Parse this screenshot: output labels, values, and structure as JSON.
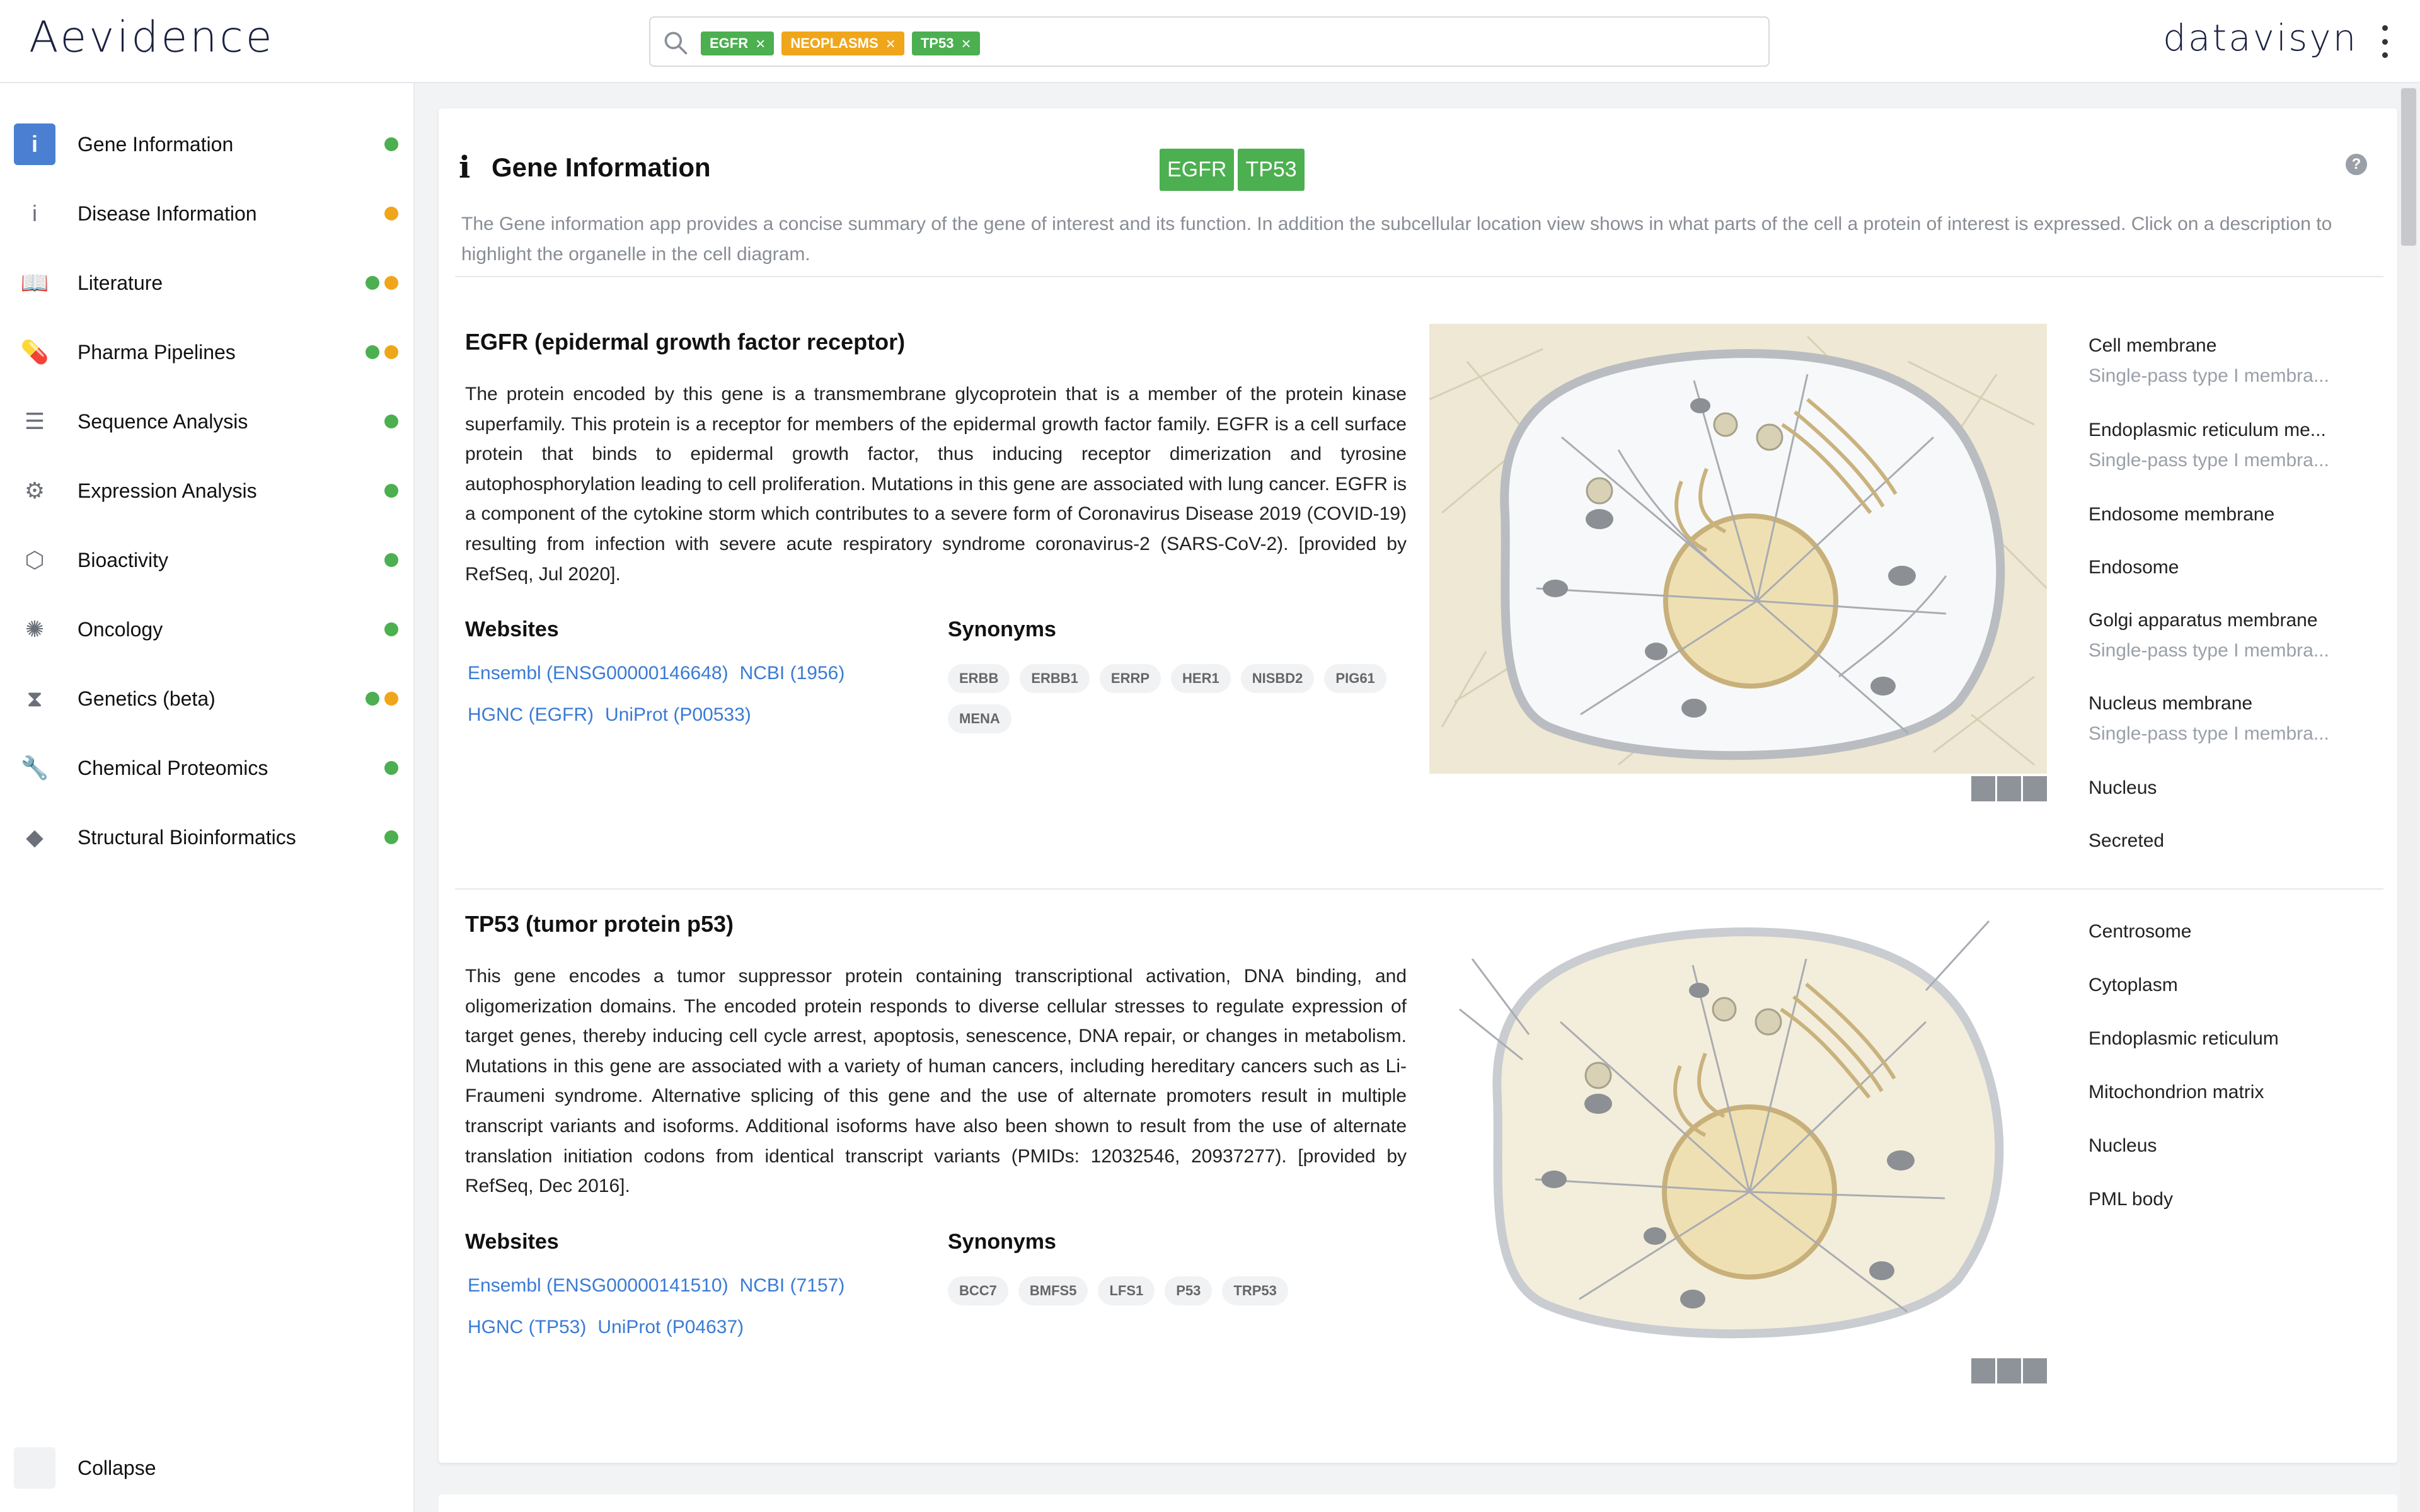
{
  "header": {
    "logo": "Aevidence",
    "brand": "datavisyn",
    "search_chips": [
      {
        "label": "EGFR",
        "color": "green"
      },
      {
        "label": "NEOPLASMS",
        "color": "orange"
      },
      {
        "label": "TP53",
        "color": "green"
      }
    ],
    "chip_remove": "×"
  },
  "sidebar": {
    "items": [
      {
        "label": "Gene Information",
        "icon": "info-icon",
        "glyph": "i",
        "active": true,
        "dots": [
          "green"
        ]
      },
      {
        "label": "Disease Information",
        "icon": "info-icon",
        "glyph": "i",
        "dots": [
          "orange"
        ]
      },
      {
        "label": "Literature",
        "icon": "book-icon",
        "glyph": "📖",
        "dots": [
          "green",
          "orange"
        ]
      },
      {
        "label": "Pharma Pipelines",
        "icon": "pills-icon",
        "glyph": "💊",
        "dots": [
          "green",
          "orange"
        ]
      },
      {
        "label": "Sequence Analysis",
        "icon": "align-center-icon",
        "glyph": "☰",
        "dots": [
          "green"
        ]
      },
      {
        "label": "Expression Analysis",
        "icon": "sliders-icon",
        "glyph": "⚙",
        "dots": [
          "green"
        ]
      },
      {
        "label": "Bioactivity",
        "icon": "hexagon-icon",
        "glyph": "⬡",
        "dots": [
          "green"
        ]
      },
      {
        "label": "Oncology",
        "icon": "virus-icon",
        "glyph": "✺",
        "dots": [
          "green"
        ]
      },
      {
        "label": "Genetics (beta)",
        "icon": "dna-icon",
        "glyph": "⧗",
        "dots": [
          "green",
          "orange"
        ]
      },
      {
        "label": "Chemical Proteomics",
        "icon": "wrench-icon",
        "glyph": "🔧",
        "dots": [
          "green"
        ]
      },
      {
        "label": "Structural Bioinformatics",
        "icon": "gem-icon",
        "glyph": "◆",
        "dots": [
          "green"
        ]
      }
    ],
    "collapse_label": "Collapse"
  },
  "panel": {
    "icon": "i",
    "title": "Gene Information",
    "badges": [
      "EGFR",
      "TP53"
    ],
    "help": "?",
    "description": "The Gene information app provides a concise summary of the gene of interest and its function. In addition the subcellular location view shows in what parts of the cell a protein of interest is expressed. Click on a description to highlight the organelle in the cell diagram."
  },
  "genes": [
    {
      "title": "EGFR (epidermal growth factor receptor)",
      "description": "The protein encoded by this gene is a transmembrane glycoprotein that is a member of the protein kinase superfamily. This protein is a receptor for members of the epidermal growth factor family. EGFR is a cell surface protein that binds to epidermal growth factor, thus inducing receptor dimerization and tyrosine autophosphorylation leading to cell proliferation. Mutations in this gene are associated with lung cancer. EGFR is a component of the cytokine storm which contributes to a severe form of Coronavirus Disease 2019 (COVID-19) resulting from infection with severe acute respiratory syndrome coronavirus-2 (SARS-CoV-2). [provided by RefSeq, Jul 2020].",
      "websites_heading": "Websites",
      "synonyms_heading": "Synonyms",
      "links_row1": [
        "Ensembl (ENSG00000146648)",
        "NCBI (1956)"
      ],
      "links_row2": [
        "HGNC (EGFR)",
        "UniProt (P00533)"
      ],
      "synonyms": [
        "ERBB",
        "ERBB1",
        "ERRP",
        "HER1",
        "NISBD2",
        "PIG61",
        "MENA"
      ],
      "locations": [
        {
          "name": "Cell membrane",
          "sub": "Single-pass type I membra..."
        },
        {
          "name": "Endoplasmic reticulum me...",
          "sub": "Single-pass type I membra..."
        },
        {
          "name": "Endosome membrane",
          "sub": ""
        },
        {
          "name": "Endosome",
          "sub": ""
        },
        {
          "name": "Golgi apparatus membrane",
          "sub": "Single-pass type I membra..."
        },
        {
          "name": "Nucleus membrane",
          "sub": "Single-pass type I membra..."
        },
        {
          "name": "Nucleus",
          "sub": ""
        },
        {
          "name": "Secreted",
          "sub": ""
        }
      ]
    },
    {
      "title": "TP53 (tumor protein p53)",
      "description": "This gene encodes a tumor suppressor protein containing transcriptional activation, DNA binding, and oligomerization domains. The encoded protein responds to diverse cellular stresses to regulate expression of target genes, thereby inducing cell cycle arrest, apoptosis, senescence, DNA repair, or changes in metabolism. Mutations in this gene are associated with a variety of human cancers, including hereditary cancers such as Li-Fraumeni syndrome. Alternative splicing of this gene and the use of alternate promoters result in multiple transcript variants and isoforms. Additional isoforms have also been shown to result from the use of alternate translation initiation codons from identical transcript variants (PMIDs: 12032546, 20937277). [provided by RefSeq, Dec 2016].",
      "websites_heading": "Websites",
      "synonyms_heading": "Synonyms",
      "links_row1": [
        "Ensembl (ENSG00000141510)",
        "NCBI (7157)"
      ],
      "links_row2": [
        "HGNC (TP53)",
        "UniProt (P04637)"
      ],
      "synonyms": [
        "BCC7",
        "BMFS5",
        "LFS1",
        "P53",
        "TRP53"
      ],
      "locations": [
        {
          "name": "Centrosome",
          "sub": ""
        },
        {
          "name": "Cytoplasm",
          "sub": ""
        },
        {
          "name": "Endoplasmic reticulum",
          "sub": ""
        },
        {
          "name": "Mitochondrion matrix",
          "sub": ""
        },
        {
          "name": "Nucleus",
          "sub": ""
        },
        {
          "name": "PML body",
          "sub": ""
        }
      ]
    }
  ]
}
